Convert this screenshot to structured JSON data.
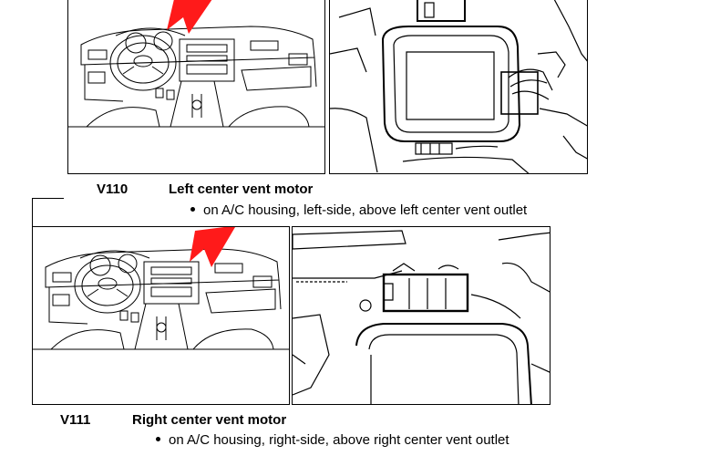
{
  "components": [
    {
      "code": "V110",
      "title": "Left center vent motor",
      "location": "on A/C housing, left-side, above left center vent outlet",
      "arrow_color": "#ff1a1a"
    },
    {
      "code": "V111",
      "title": "Right center vent motor",
      "location": "on A/C housing, right-side, above right center vent outlet",
      "arrow_color": "#ff1a1a"
    }
  ]
}
